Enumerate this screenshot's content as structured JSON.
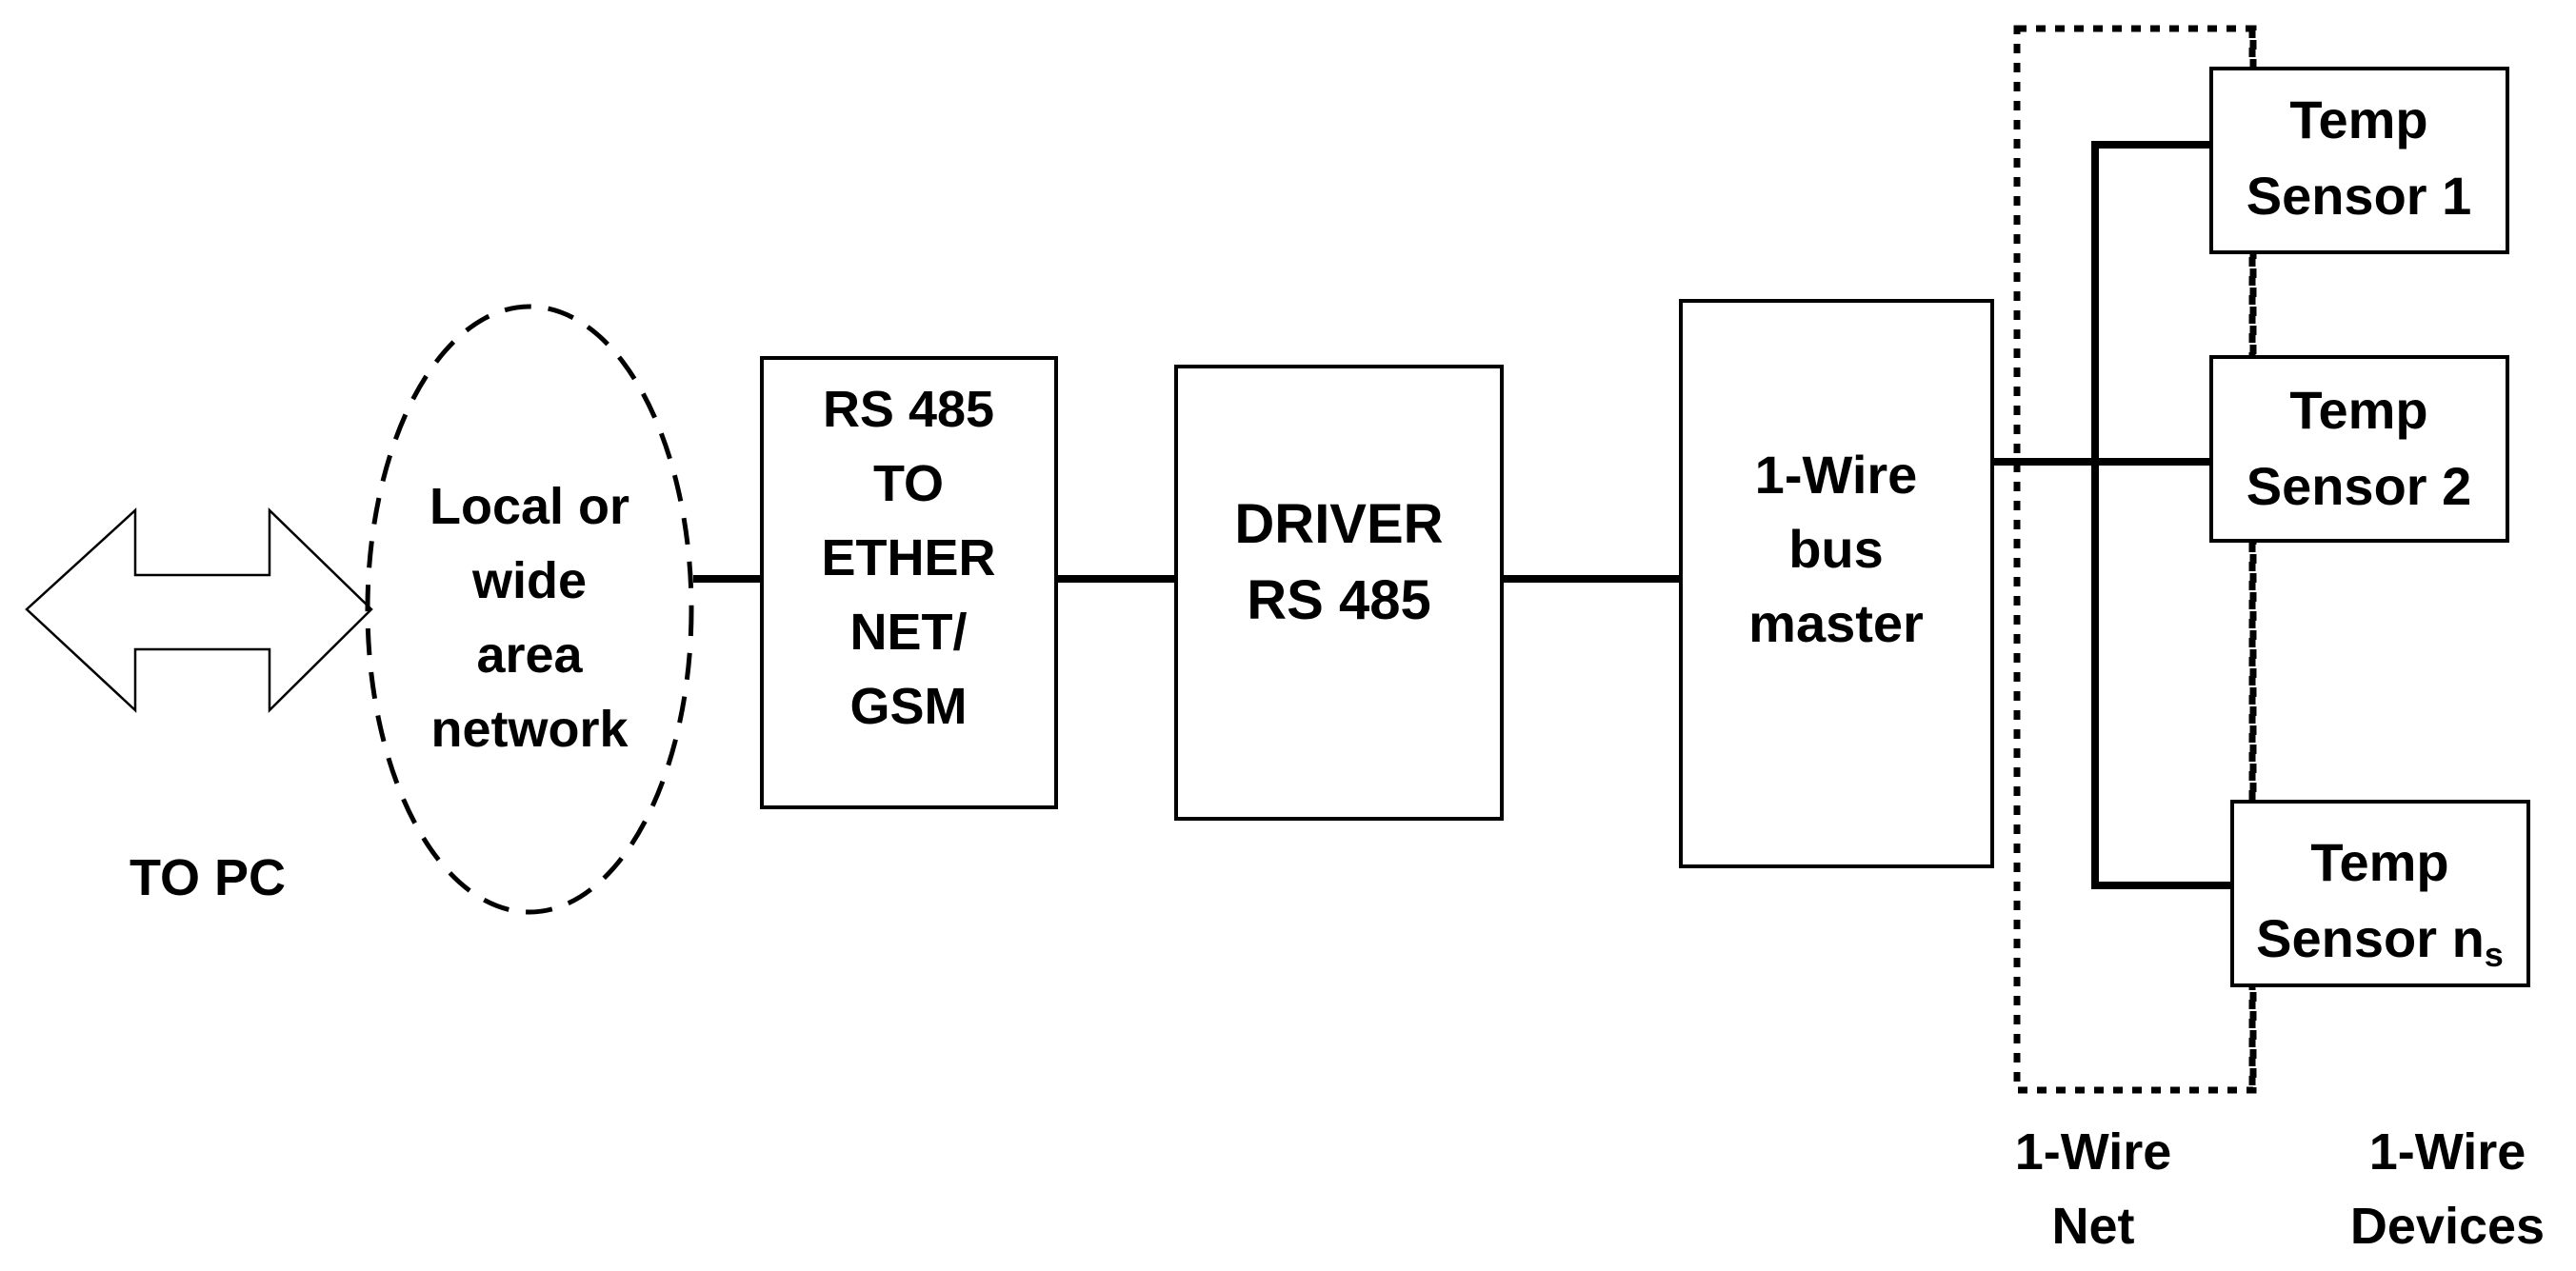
{
  "diagram": {
    "pc_label": "TO PC",
    "network": {
      "lines": [
        "Local or",
        "wide",
        "area",
        "network"
      ]
    },
    "rs485_ether": {
      "lines": [
        "RS 485",
        "TO",
        "ETHER",
        "NET/",
        "GSM"
      ]
    },
    "driver": {
      "lines": [
        "DRIVER",
        "RS 485"
      ]
    },
    "bus_master": {
      "lines": [
        "1-Wire",
        "bus",
        "master"
      ]
    },
    "sensors": [
      {
        "line1": "Temp",
        "line2": "Sensor 1"
      },
      {
        "line1": "Temp",
        "line2": "Sensor 2"
      },
      {
        "line1": "Temp",
        "line2": "Sensor n",
        "subscript": "s"
      }
    ],
    "net_label": [
      "1-Wire",
      "Net"
    ],
    "devices_label": [
      "1-Wire",
      "Devices"
    ]
  }
}
